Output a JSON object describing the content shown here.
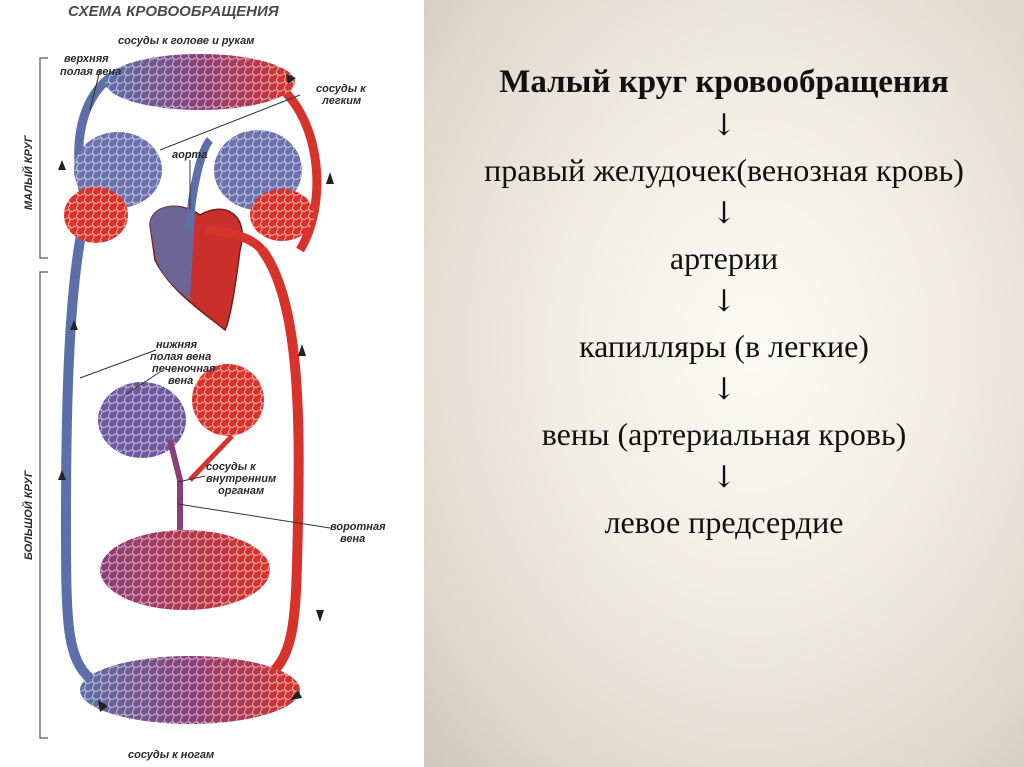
{
  "diagram": {
    "title": "СХЕМА КРОВООБРАЩЕНИЯ",
    "labels": {
      "head_arms": "сосуды к голове и рукам",
      "svc_line1": "верхняя",
      "svc_line2": "полая вена",
      "lungs_line1": "сосуды к",
      "lungs_line2": "легким",
      "aorta": "аорта",
      "ivc_line1": "нижняя",
      "ivc_line2": "полая вена",
      "hepatic_line1": "печеночная",
      "hepatic_line2": "вена",
      "organs_line1": "сосуды к",
      "organs_line2": "внутренним",
      "organs_line3": "органам",
      "portal_line1": "воротная",
      "portal_line2": "вена",
      "legs": "сосуды к ногам",
      "small_circle": "МАЛЫЙ КРУГ",
      "big_circle": "БОЛЬШОЙ КРУГ"
    },
    "colors": {
      "artery": "#d8332a",
      "vein": "#5d6fa8",
      "mixed": "#8a3f7a"
    }
  },
  "flow": {
    "heading": "Малый круг кровообращения",
    "arrow": "↓",
    "steps": [
      "правый желудочек(венозная кровь)",
      "артерии",
      "капилляры (в легкие)",
      "вены (артериальная кровь)",
      "левое предсердие"
    ]
  }
}
